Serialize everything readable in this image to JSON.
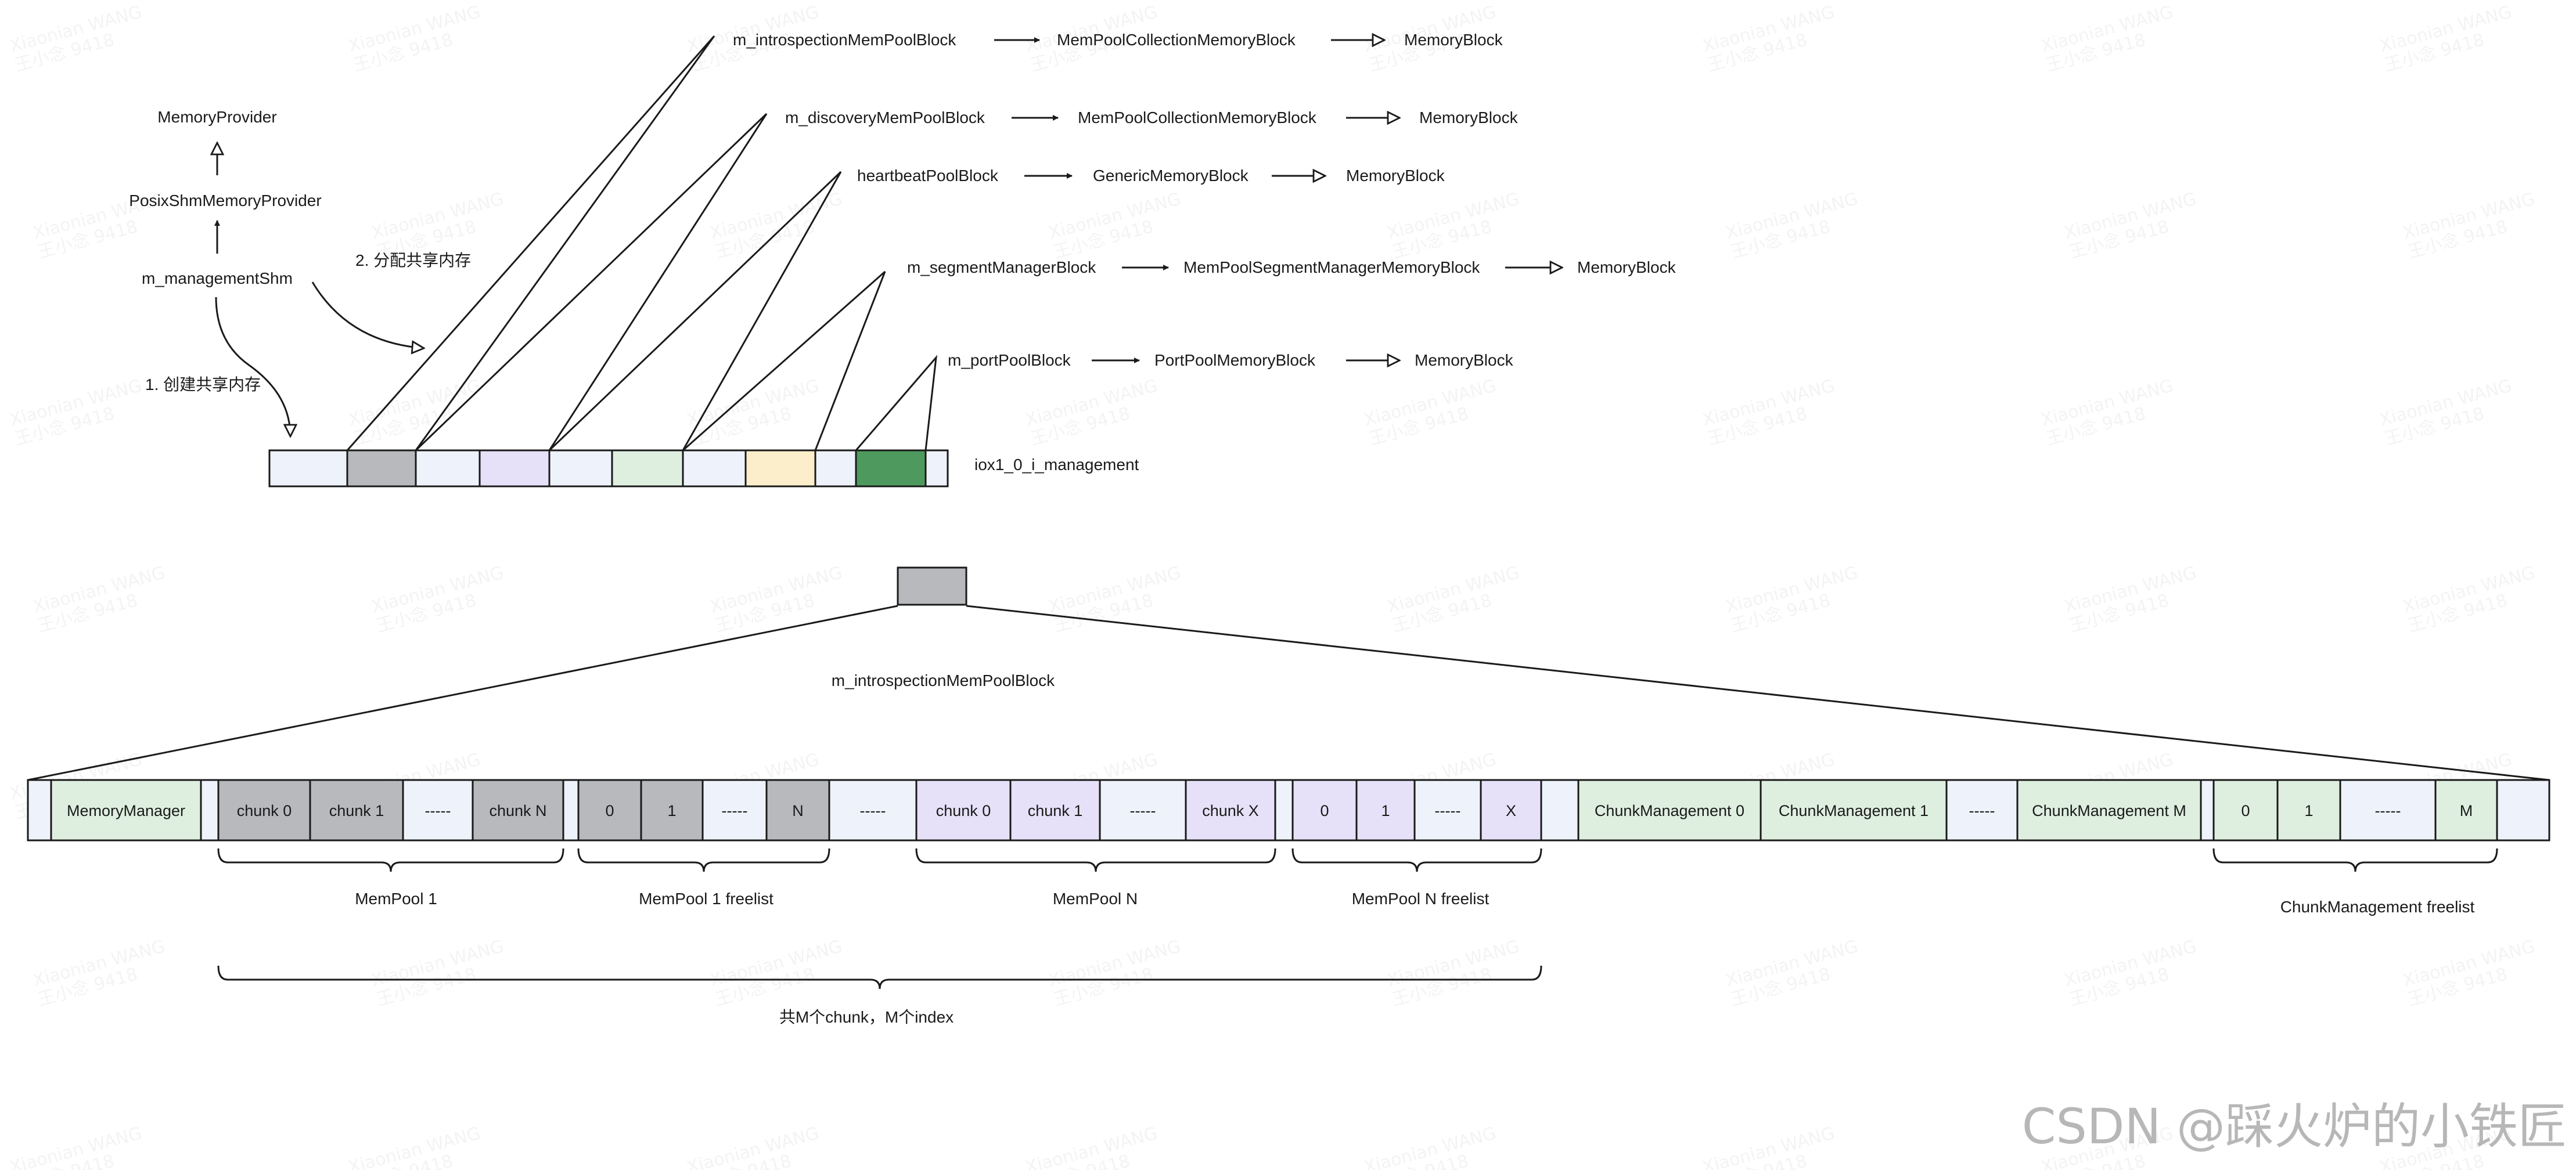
{
  "colors": {
    "stroke": "#1a1a1a",
    "light_blue": "#eef3fb",
    "gray": "#b7b9bd",
    "lavender": "#e6e1f8",
    "mint": "#deefdf",
    "cream": "#fdeecb",
    "green": "#4e9a5e",
    "watermark": "#000000",
    "credit": "#b7b7b7"
  },
  "provider_chain": {
    "memory_provider": "MemoryProvider",
    "posix_provider": "PosixShmMemoryProvider",
    "management_shm": "m_managementShm",
    "step_allocate": "2. 分配共享内存",
    "step_create": "1. 创建共享内存"
  },
  "management_segment": {
    "label": "iox1_0_i_management",
    "segments": [
      {
        "color": "light_blue"
      },
      {
        "color": "gray"
      },
      {
        "color": "light_blue"
      },
      {
        "color": "lavender"
      },
      {
        "color": "light_blue"
      },
      {
        "color": "mint"
      },
      {
        "color": "light_blue"
      },
      {
        "color": "cream"
      },
      {
        "color": "light_blue"
      },
      {
        "color": "green"
      },
      {
        "color": "light_blue"
      }
    ]
  },
  "block_chains": [
    {
      "items": [
        "m_introspectionMemPoolBlock",
        "MemPoolCollectionMemoryBlock",
        "MemoryBlock"
      ]
    },
    {
      "items": [
        "m_discoveryMemPoolBlock",
        "MemPoolCollectionMemoryBlock",
        "MemoryBlock"
      ]
    },
    {
      "items": [
        "heartbeatPoolBlock",
        "GenericMemoryBlock",
        "MemoryBlock"
      ]
    },
    {
      "items": [
        "m_segmentManagerBlock",
        "MemPoolSegmentManagerMemoryBlock",
        "MemoryBlock"
      ]
    },
    {
      "items": [
        "m_portPoolBlock",
        "PortPoolMemoryBlock",
        "MemoryBlock"
      ]
    }
  ],
  "zoom_block": {
    "label": "m_introspectionMemPoolBlock"
  },
  "layout_row": {
    "cells": [
      {
        "text": "",
        "color": "light_blue"
      },
      {
        "text": "MemoryManager",
        "color": "mint"
      },
      {
        "text": "",
        "color": "light_blue"
      },
      {
        "text": "chunk 0",
        "color": "gray"
      },
      {
        "text": "chunk 1",
        "color": "gray"
      },
      {
        "text": "-----",
        "color": "light_blue"
      },
      {
        "text": "chunk N",
        "color": "gray"
      },
      {
        "text": "",
        "color": "light_blue"
      },
      {
        "text": "0",
        "color": "gray"
      },
      {
        "text": "1",
        "color": "gray"
      },
      {
        "text": "-----",
        "color": "light_blue"
      },
      {
        "text": "N",
        "color": "gray"
      },
      {
        "text": "-----",
        "color": "light_blue"
      },
      {
        "text": "chunk 0",
        "color": "lavender"
      },
      {
        "text": "chunk 1",
        "color": "lavender"
      },
      {
        "text": "-----",
        "color": "light_blue"
      },
      {
        "text": "chunk X",
        "color": "lavender"
      },
      {
        "text": "",
        "color": "light_blue"
      },
      {
        "text": "0",
        "color": "lavender"
      },
      {
        "text": "1",
        "color": "lavender"
      },
      {
        "text": "-----",
        "color": "light_blue"
      },
      {
        "text": "X",
        "color": "lavender"
      },
      {
        "text": "",
        "color": "light_blue"
      },
      {
        "text": "ChunkManagement 0",
        "color": "mint"
      },
      {
        "text": "ChunkManagement 1",
        "color": "mint"
      },
      {
        "text": "-----",
        "color": "light_blue"
      },
      {
        "text": "ChunkManagement M",
        "color": "mint"
      },
      {
        "text": "",
        "color": "light_blue"
      },
      {
        "text": "0",
        "color": "mint"
      },
      {
        "text": "1",
        "color": "mint"
      },
      {
        "text": "-----",
        "color": "light_blue"
      },
      {
        "text": "M",
        "color": "mint"
      },
      {
        "text": "",
        "color": "light_blue"
      }
    ]
  },
  "brace_labels": [
    "MemPool 1",
    "MemPool 1 freelist",
    "MemPool N",
    "MemPool N freelist",
    "ChunkManagement freelist",
    "共M个chunk，M个index"
  ],
  "watermark": {
    "line1": "Xiaonian WANG",
    "line2": "王小念 9418"
  },
  "credit": "CSDN @踩火炉的小铁匠"
}
